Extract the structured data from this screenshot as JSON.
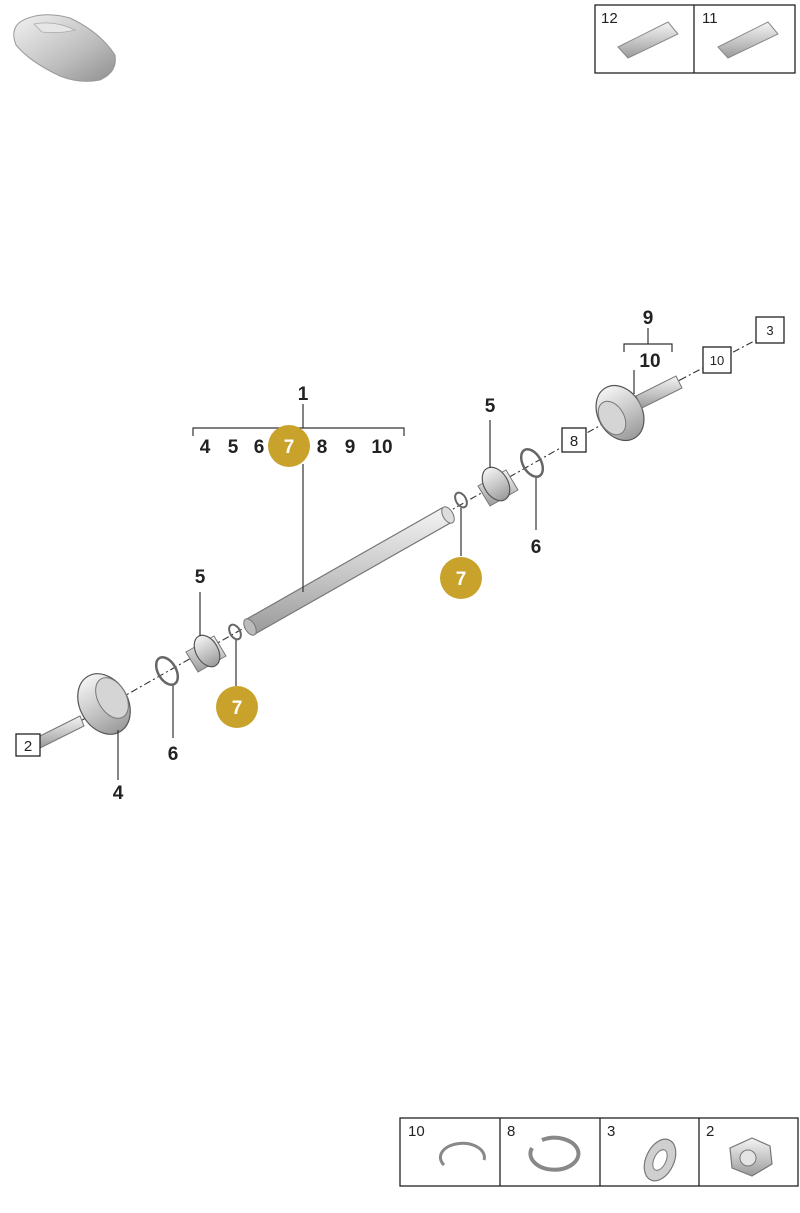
{
  "diagram": {
    "group_label": "1",
    "group_members": [
      "4",
      "5",
      "6",
      "7",
      "8",
      "9",
      "10"
    ],
    "sub_group_label": "9",
    "sub_group_member": "10",
    "callouts": {
      "boot_right": "5",
      "boot_left": "5",
      "ring_right": "6",
      "ring_left": "6",
      "joint_left": "4"
    },
    "badges": {
      "group": "7",
      "right": "7",
      "left": "7",
      "color": "#c9a22c"
    },
    "ref_boxes": {
      "nut": "2",
      "washer": "3",
      "retaining_ring": "10",
      "circlip": "8"
    },
    "top_inset": [
      {
        "number": "12",
        "icon": "grease-tube-icon"
      },
      {
        "number": "11",
        "icon": "grease-tube-icon"
      }
    ],
    "bottom_inset": [
      {
        "number": "10",
        "icon": "retaining-ring-icon"
      },
      {
        "number": "8",
        "icon": "circlip-icon"
      },
      {
        "number": "3",
        "icon": "lock-washer-icon"
      },
      {
        "number": "2",
        "icon": "hex-nut-icon"
      }
    ]
  }
}
